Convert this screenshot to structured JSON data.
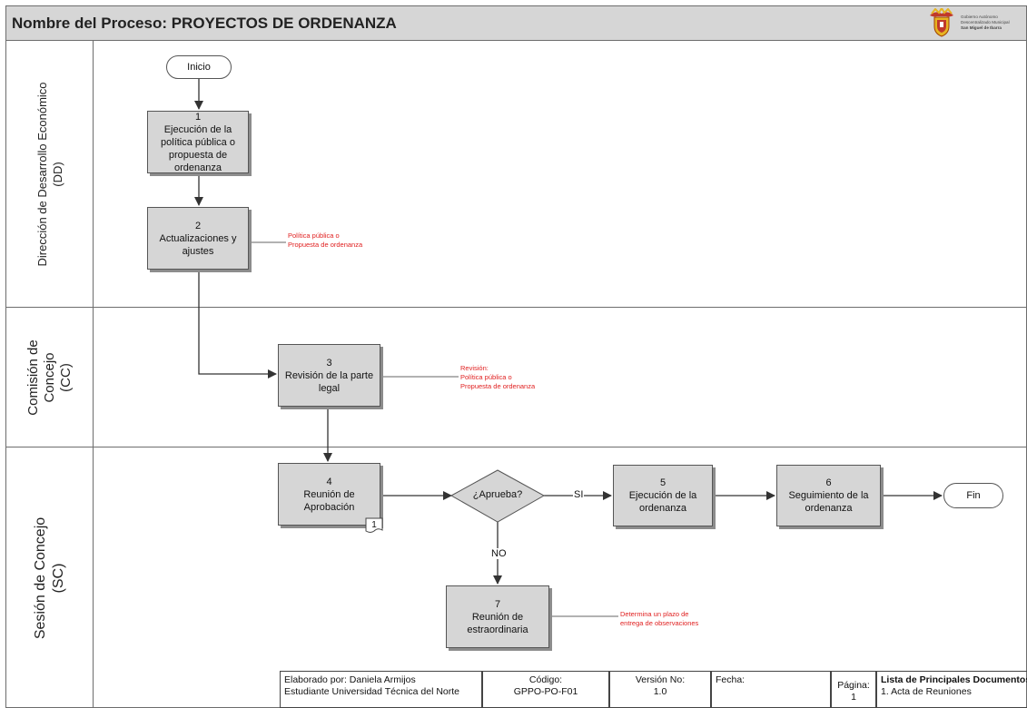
{
  "header": {
    "title": "Nombre del Proceso: PROYECTOS DE ORDENANZA"
  },
  "logo": {
    "lines": [
      "Gobierno Autónomo",
      "Descentralizado Municipal",
      "San Miguel de Ibarra"
    ]
  },
  "lanes": [
    {
      "lines": [
        "Dirección de Desarrollo Económico",
        "(DD)"
      ]
    },
    {
      "lines": [
        "Comisión de",
        "Concejo",
        "(CC)"
      ]
    },
    {
      "lines": [
        "Sesión de Concejo",
        "(SC)"
      ]
    }
  ],
  "terminals": {
    "start": "Inicio",
    "end": "Fin"
  },
  "steps": [
    {
      "num": "1",
      "text": "Ejecución de la política pública o propuesta de ordenanza"
    },
    {
      "num": "2",
      "text": "Actualizaciones y ajustes"
    },
    {
      "num": "3",
      "text": "Revisión de la parte legal"
    },
    {
      "num": "4",
      "text": "Reunión de Aprobación"
    },
    {
      "num": "5",
      "text": "Ejecución de la ordenanza"
    },
    {
      "num": "6",
      "text": "Seguimiento de la ordenanza"
    },
    {
      "num": "7",
      "text": "Reunión de estraordinaria"
    }
  ],
  "decision": {
    "question": "¿Aprueba?",
    "yes": "SI",
    "no": "NO"
  },
  "doc_ref": "1",
  "notes": [
    {
      "lines": [
        "Política pública o",
        "Propuesta de ordenanza"
      ]
    },
    {
      "lines": [
        "Revisión:",
        "Política pública o",
        "Propuesta de ordenanza"
      ]
    },
    {
      "lines": [
        "Determina un plazo de",
        "entrega de observaciones"
      ]
    }
  ],
  "footer": {
    "elaborado": [
      "Elaborado por: Daniela Armijos",
      "Estudiante Universidad Técnica del Norte"
    ],
    "codigo": [
      "Código:",
      "GPPO-PO-F01"
    ],
    "version": [
      "Versión No:",
      "1.0"
    ],
    "fecha": "Fecha:",
    "pagina": [
      "Página:",
      "1"
    ],
    "docs_title": "Lista de Principales Documentos:",
    "docs_items": [
      "1. Acta de Reuniones"
    ]
  },
  "colors": {
    "box_fill": "#d6d6d6",
    "header_fill": "#d6d6d6",
    "note_text": "#e02020",
    "line": "#333333"
  }
}
